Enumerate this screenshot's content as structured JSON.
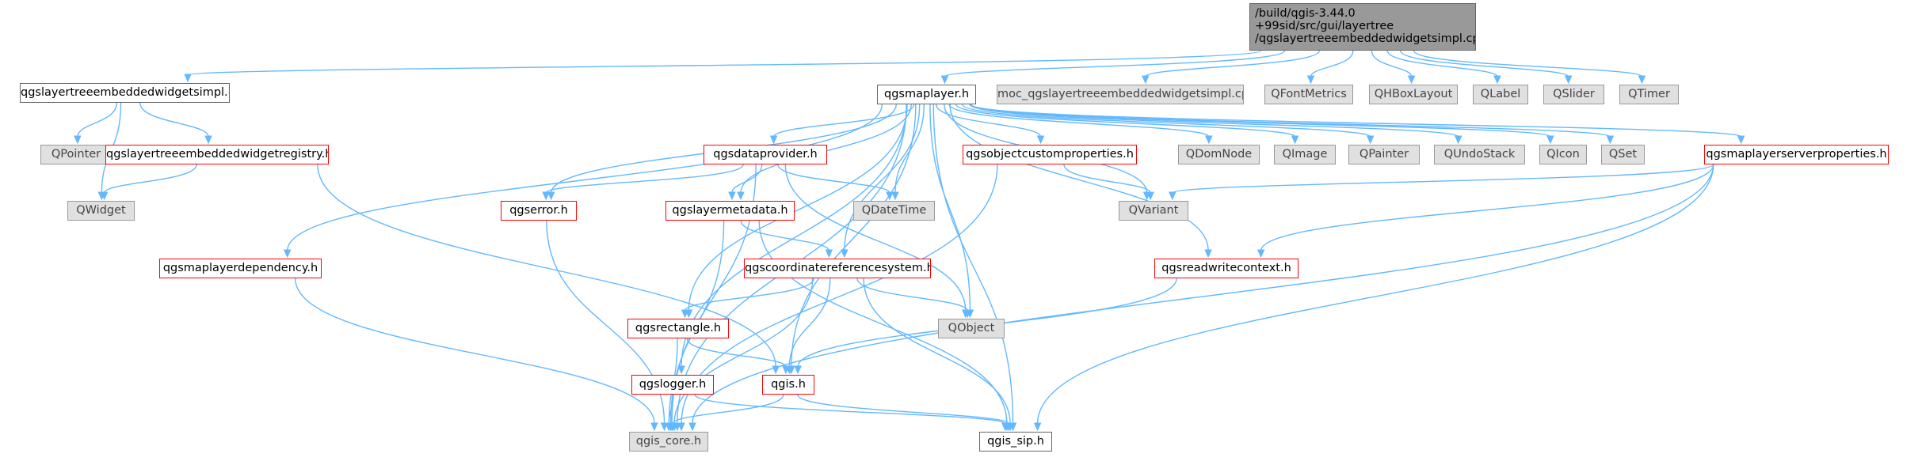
{
  "diagram": {
    "root": {
      "lines": [
        "/build/qgis-3.44.0",
        "+99sid/src/gui/layertree",
        "/qgslayertreeembeddedwidgetsimpl.cpp"
      ]
    },
    "nodes": {
      "impl_h": "qgslayertreeembeddedwidgetsimpl.h",
      "qgsmaplayer_h": "qgsmaplayer.h",
      "moc_cpp": "moc_qgslayertreeembeddedwidgetsimpl.cpp",
      "qfontmetrics": "QFontMetrics",
      "qhboxlayout": "QHBoxLayout",
      "qlabel": "QLabel",
      "qslider": "QSlider",
      "qtimer": "QTimer",
      "qpointer": "QPointer",
      "registry_h": "qgslayertreeembeddedwidgetregistry.h",
      "qwidget": "QWidget",
      "qgsdataprovider_h": "qgsdataprovider.h",
      "qgsobjectcustomproperties_h": "qgsobjectcustomproperties.h",
      "qdomnode": "QDomNode",
      "qimage": "QImage",
      "qpainter": "QPainter",
      "qundostack": "QUndoStack",
      "qicon": "QIcon",
      "qset": "QSet",
      "serverproperties_h": "qgsmaplayerserverproperties.h",
      "qgserror_h": "qgserror.h",
      "qgslayermetadata_h": "qgslayermetadata.h",
      "qdatetime": "QDateTime",
      "qvariant": "QVariant",
      "dependency_h": "qgsmaplayerdependency.h",
      "crs_h": "qgscoordinatereferencesystem.h",
      "readwritecontext_h": "qgsreadwritecontext.h",
      "qgsrectangle_h": "qgsrectangle.h",
      "qobject": "QObject",
      "qgslogger_h": "qgslogger.h",
      "qgis_h": "qgis.h",
      "qgis_core_h": "qgis_core.h",
      "qgis_sip_h": "qgis_sip.h"
    },
    "edges": [
      [
        "root",
        "impl_h"
      ],
      [
        "root",
        "qgsmaplayer_h"
      ],
      [
        "root",
        "moc_cpp"
      ],
      [
        "root",
        "qfontmetrics"
      ],
      [
        "root",
        "qhboxlayout"
      ],
      [
        "root",
        "qlabel"
      ],
      [
        "root",
        "qslider"
      ],
      [
        "root",
        "qtimer"
      ],
      [
        "impl_h",
        "qpointer"
      ],
      [
        "impl_h",
        "registry_h"
      ],
      [
        "impl_h",
        "qwidget"
      ],
      [
        "registry_h",
        "qwidget"
      ],
      [
        "registry_h",
        "qgis_h"
      ],
      [
        "qgsmaplayer_h",
        "qgsdataprovider_h"
      ],
      [
        "qgsmaplayer_h",
        "qgsobjectcustomproperties_h"
      ],
      [
        "qgsmaplayer_h",
        "qdomnode"
      ],
      [
        "qgsmaplayer_h",
        "qimage"
      ],
      [
        "qgsmaplayer_h",
        "qpainter"
      ],
      [
        "qgsmaplayer_h",
        "qundostack"
      ],
      [
        "qgsmaplayer_h",
        "qicon"
      ],
      [
        "qgsmaplayer_h",
        "qset"
      ],
      [
        "qgsmaplayer_h",
        "serverproperties_h"
      ],
      [
        "qgsmaplayer_h",
        "qgserror_h"
      ],
      [
        "qgsmaplayer_h",
        "qgslayermetadata_h"
      ],
      [
        "qgsmaplayer_h",
        "qdatetime"
      ],
      [
        "qgsmaplayer_h",
        "qvariant"
      ],
      [
        "qgsmaplayer_h",
        "dependency_h"
      ],
      [
        "qgsmaplayer_h",
        "crs_h"
      ],
      [
        "qgsmaplayer_h",
        "readwritecontext_h"
      ],
      [
        "qgsmaplayer_h",
        "qgsrectangle_h"
      ],
      [
        "qgsmaplayer_h",
        "qobject"
      ],
      [
        "qgsmaplayer_h",
        "qgslogger_h"
      ],
      [
        "qgsmaplayer_h",
        "qgis_h"
      ],
      [
        "qgsmaplayer_h",
        "qgis_core_h"
      ],
      [
        "qgsmaplayer_h",
        "qgis_sip_h"
      ],
      [
        "qgsdataprovider_h",
        "qgserror_h"
      ],
      [
        "qgsdataprovider_h",
        "qgslayermetadata_h"
      ],
      [
        "qgsdataprovider_h",
        "qdatetime"
      ],
      [
        "qgsdataprovider_h",
        "qobject"
      ],
      [
        "qgsdataprovider_h",
        "qgis_core_h"
      ],
      [
        "qgsobjectcustomproperties_h",
        "qvariant"
      ],
      [
        "qgsobjectcustomproperties_h",
        "qgis_core_h"
      ],
      [
        "serverproperties_h",
        "qvariant"
      ],
      [
        "serverproperties_h",
        "readwritecontext_h"
      ],
      [
        "serverproperties_h",
        "qgis_core_h"
      ],
      [
        "serverproperties_h",
        "qgis_sip_h"
      ],
      [
        "qgserror_h",
        "qgis_core_h"
      ],
      [
        "qgslayermetadata_h",
        "crs_h"
      ],
      [
        "qgslayermetadata_h",
        "qgis_core_h"
      ],
      [
        "qgslayermetadata_h",
        "qgis_sip_h"
      ],
      [
        "dependency_h",
        "qgis_core_h"
      ],
      [
        "crs_h",
        "qgsrectangle_h"
      ],
      [
        "crs_h",
        "qobject"
      ],
      [
        "crs_h",
        "qgis_h"
      ],
      [
        "crs_h",
        "qgis_core_h"
      ],
      [
        "crs_h",
        "qgis_sip_h"
      ],
      [
        "readwritecontext_h",
        "qgis_h"
      ],
      [
        "qgsrectangle_h",
        "qgis_h"
      ],
      [
        "qgsrectangle_h",
        "qgis_core_h"
      ],
      [
        "qgslogger_h",
        "qgis_core_h"
      ],
      [
        "qgslogger_h",
        "qgis_sip_h"
      ],
      [
        "qgis_h",
        "qgis_core_h"
      ],
      [
        "qgis_h",
        "qgis_sip_h"
      ]
    ]
  }
}
